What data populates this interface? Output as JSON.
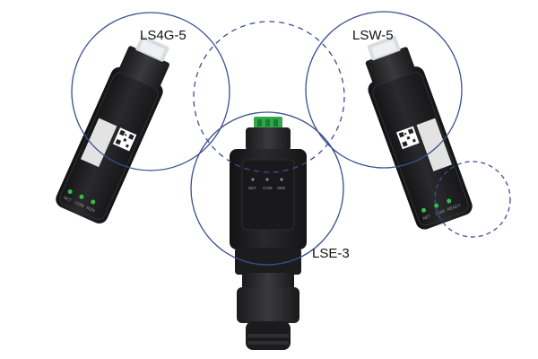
{
  "products": {
    "left": {
      "label": "LS4G-5",
      "indicators": [
        "NET",
        "COM",
        "RUN"
      ]
    },
    "right": {
      "label": "LSW-5",
      "indicators": [
        "NET",
        "COM",
        "READY"
      ]
    },
    "center": {
      "label": "LSE-3",
      "indicators": [
        "NET",
        "COM",
        "SER"
      ]
    }
  },
  "colors": {
    "circle_outline": "#3a4f8f",
    "device_body": "#1f1f21",
    "led_green": "#33c04a",
    "terminal_green": "#2fa84a"
  }
}
